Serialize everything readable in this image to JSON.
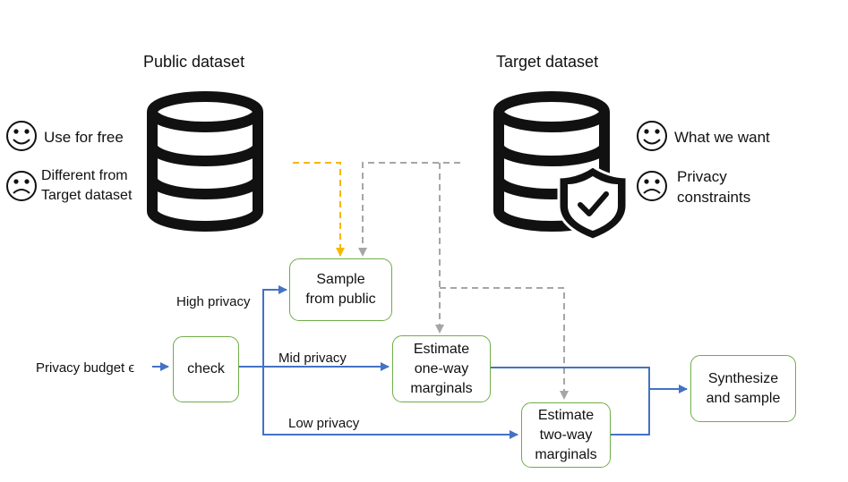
{
  "public": {
    "title": "Public dataset",
    "pros": "Use for free",
    "cons_line1": "Different from",
    "cons_line2": "Target dataset"
  },
  "target": {
    "title": "Target dataset",
    "pros": "What we want",
    "cons_line1": "Privacy",
    "cons_line2": "constraints"
  },
  "nodes": {
    "check": "check",
    "sample_public": "Sample\nfrom public",
    "one_way": "Estimate\none-way\nmarginals",
    "two_way": "Estimate\ntwo-way\nmarginals",
    "synthesize": "Synthesize\nand sample"
  },
  "input_label": "Privacy budget ϵ",
  "edges": {
    "high": "High privacy",
    "mid": "Mid privacy",
    "low": "Low privacy"
  },
  "colors": {
    "blue_arrow": "#4472c4",
    "yellow_dash": "#f5b800",
    "gray_dash": "#a6a6a6",
    "node_border": "#70ad47"
  }
}
